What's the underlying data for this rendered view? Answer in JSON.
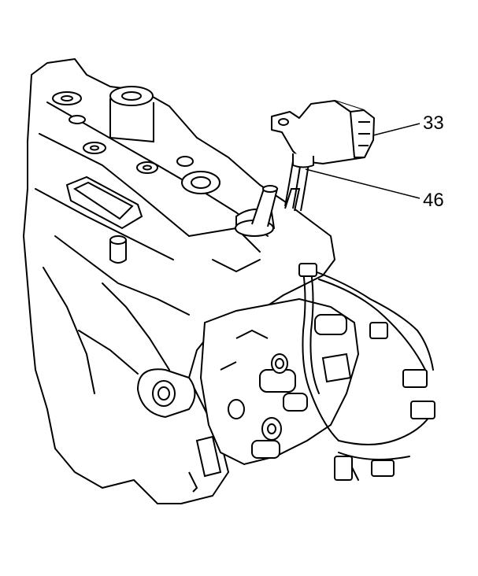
{
  "figure": {
    "callouts": [
      {
        "id": "33",
        "label": "33",
        "refers_to": "connector-icon"
      },
      {
        "id": "46",
        "label": "46",
        "refers_to": "wire-harness-icon"
      }
    ],
    "colors": {
      "line": "#000000",
      "background": "#ffffff"
    }
  }
}
